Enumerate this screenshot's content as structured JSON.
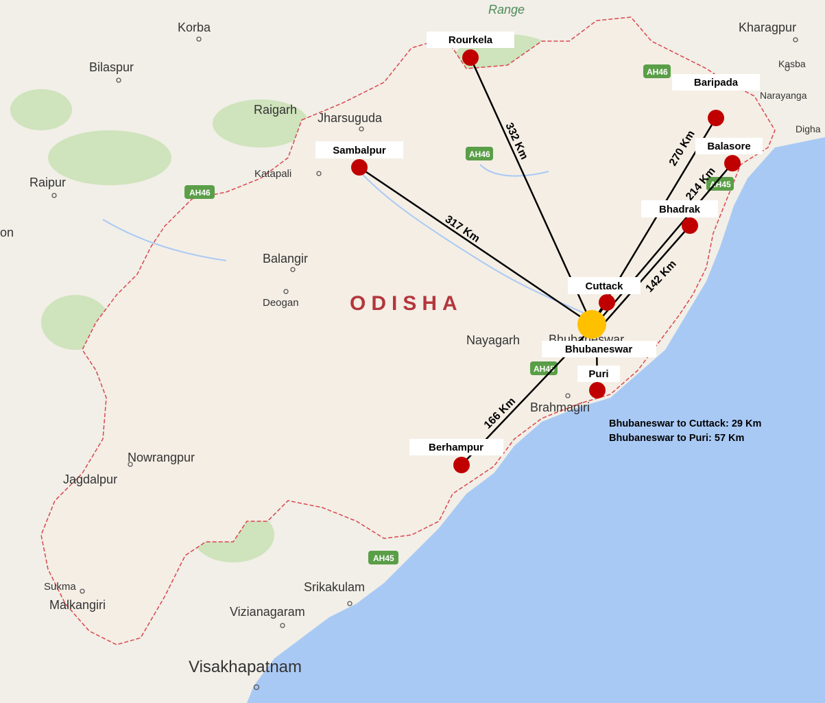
{
  "background": {
    "top_text": "Range",
    "state_label": "ODISHA",
    "towns": {
      "korba": "Korba",
      "bilaspur": "Bilaspur",
      "raigarh": "Raigarh",
      "jharsuguda": "Jharsuguda",
      "katapali": "Katapali",
      "raipur": "Raipur",
      "balangir": "Balangir",
      "deogan": "Deogan",
      "nayagarh": "Nayagarh",
      "bhubaneswar_map": "Bhubaneswar",
      "brahmagiri": "Brahmagiri",
      "nowrangpur": "Nowrangpur",
      "jagdalpur": "Jagdalpur",
      "sukma": "Sukma",
      "malkangiri": "Malkangiri",
      "srikakulam": "Srikakulam",
      "vizianagaram": "Vizianagaram",
      "visakhapatnam": "Visakhapatnam",
      "kharagpur": "Kharagpur",
      "kasba": "Kasba",
      "narayangarh": "Narayanga",
      "digha": "Digha",
      "on": "on"
    },
    "highways": {
      "ah46_a": "AH46",
      "ah46_b": "AH46",
      "ah46_c": "AH46",
      "ah45_a": "AH45",
      "ah45_b": "AH45",
      "ah45_c": "AH45"
    }
  },
  "overlay": {
    "hub": "Bhubaneswar",
    "cities": {
      "rourkela": "Rourkela",
      "sambalpur": "Sambalpur",
      "baripada": "Baripada",
      "balasore": "Balasore",
      "bhadrak": "Bhadrak",
      "cuttack": "Cuttack",
      "puri": "Puri",
      "berhampur": "Berhampur"
    },
    "distances": {
      "rourkela": "332 Km",
      "sambalpur": "317 Km",
      "baripada": "270 Km",
      "balasore": "214 Km",
      "bhadrak": "142 Km",
      "berhampur": "166 Km"
    },
    "notes": {
      "cuttack": "Bhubaneswar to Cuttack: 29 Km",
      "puri": "Bhubaneswar to Puri: 57 Km"
    }
  },
  "colors": {
    "land": "#f1efe7",
    "state_fill": "#f4eee5",
    "sea": "#a9c9f5",
    "forest": "#cfe3bc",
    "border": "#d9454e",
    "marker": "#c00000",
    "hub": "#ffc000",
    "highway": "#5a9e48"
  }
}
